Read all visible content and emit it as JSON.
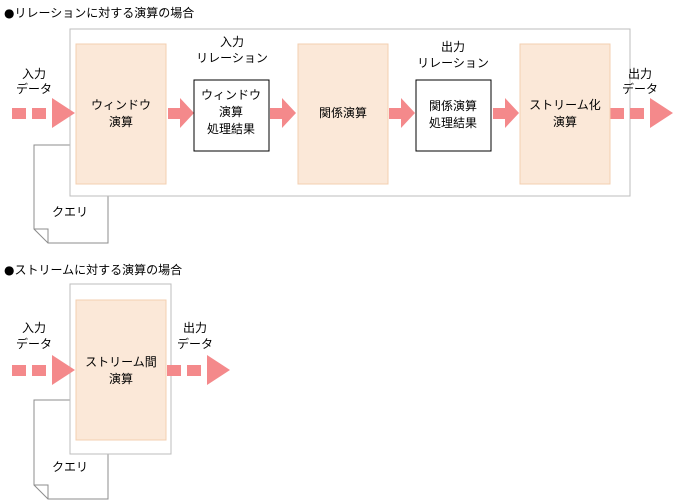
{
  "section1": {
    "heading": "●リレーションに対する演算の場合",
    "input_label": [
      "入力",
      "データ"
    ],
    "window_op": [
      "ウィンドウ",
      "演算"
    ],
    "input_relation_label": [
      "入力",
      "リレーション"
    ],
    "window_result": [
      "ウィンドウ",
      "演算",
      "処理結果"
    ],
    "relation_op": [
      "関係演算"
    ],
    "output_relation_label": [
      "出力",
      "リレーション"
    ],
    "relation_result": [
      "関係演算",
      "処理結果"
    ],
    "stream_op": [
      "ストリーム化",
      "演算"
    ],
    "output_label": [
      "出力",
      "データ"
    ],
    "query": "クエリ"
  },
  "section2": {
    "heading": "●ストリームに対する演算の場合",
    "input_label": [
      "入力",
      "データ"
    ],
    "stream_op": [
      "ストリーム間",
      "演算"
    ],
    "output_label": [
      "出力",
      "データ"
    ],
    "query": "クエリ"
  },
  "colors": {
    "arrow": "#f4898b",
    "process_fill": "#fbe8d8",
    "process_stroke": "#f3cfb0",
    "frame_stroke": "#bdbdbd",
    "query_stroke": "#8c8c8c"
  }
}
